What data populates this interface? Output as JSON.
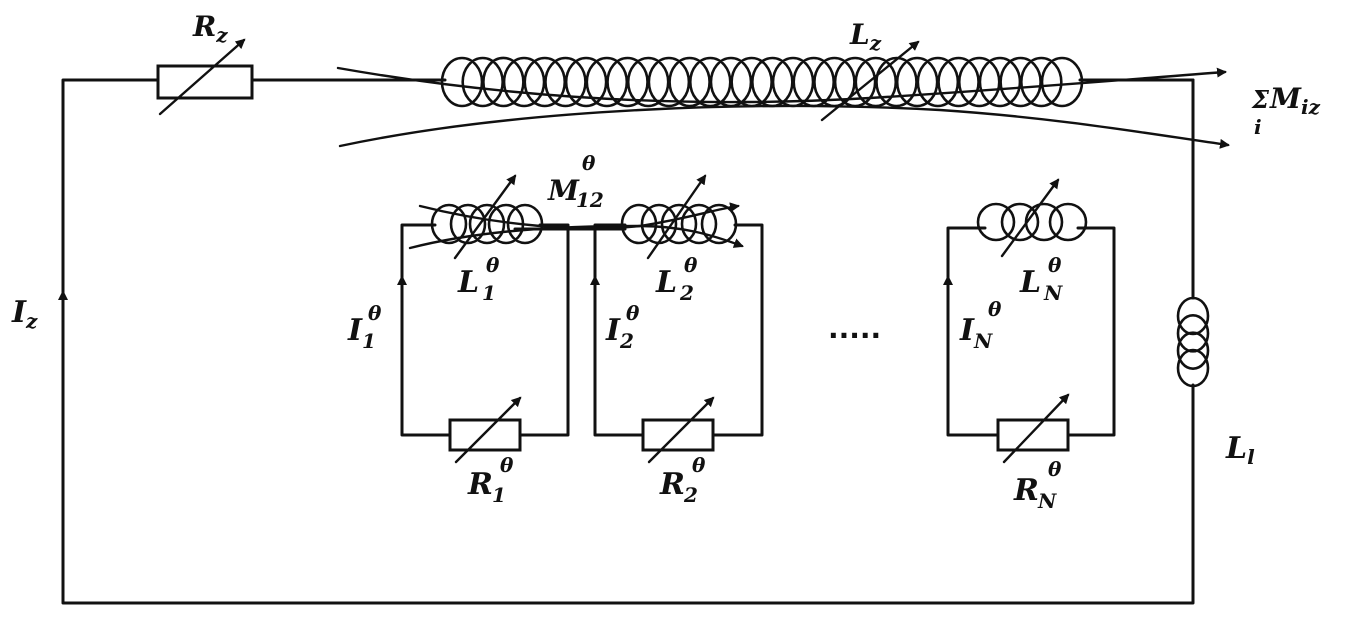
{
  "labels": {
    "rz": {
      "main": "R",
      "sub": "z"
    },
    "lz": {
      "main": "L",
      "sub": "z"
    },
    "sum": {
      "sigma": "Σ",
      "index": "i",
      "main": "M",
      "sub": "iz"
    },
    "m12": {
      "main": "M",
      "sub": "12",
      "sup": "θ"
    },
    "iz": {
      "main": "I",
      "sub": "z"
    },
    "ll": {
      "main": "L",
      "sub": "l"
    },
    "l1": {
      "main": "L",
      "sub": "1",
      "sup": "θ"
    },
    "l2": {
      "main": "L",
      "sub": "2",
      "sup": "θ"
    },
    "ln": {
      "main": "L",
      "sub": "N",
      "sup": "θ"
    },
    "i1": {
      "main": "I",
      "sub": "1",
      "sup": "θ"
    },
    "i2": {
      "main": "I",
      "sub": "2",
      "sup": "θ"
    },
    "in": {
      "main": "I",
      "sub": "N",
      "sup": "θ"
    },
    "r1": {
      "main": "R",
      "sub": "1",
      "sup": "θ"
    },
    "r2": {
      "main": "R",
      "sub": "2",
      "sup": "θ"
    },
    "rn": {
      "main": "R",
      "sub": "N",
      "sup": "θ"
    },
    "ellipsis": "....."
  }
}
